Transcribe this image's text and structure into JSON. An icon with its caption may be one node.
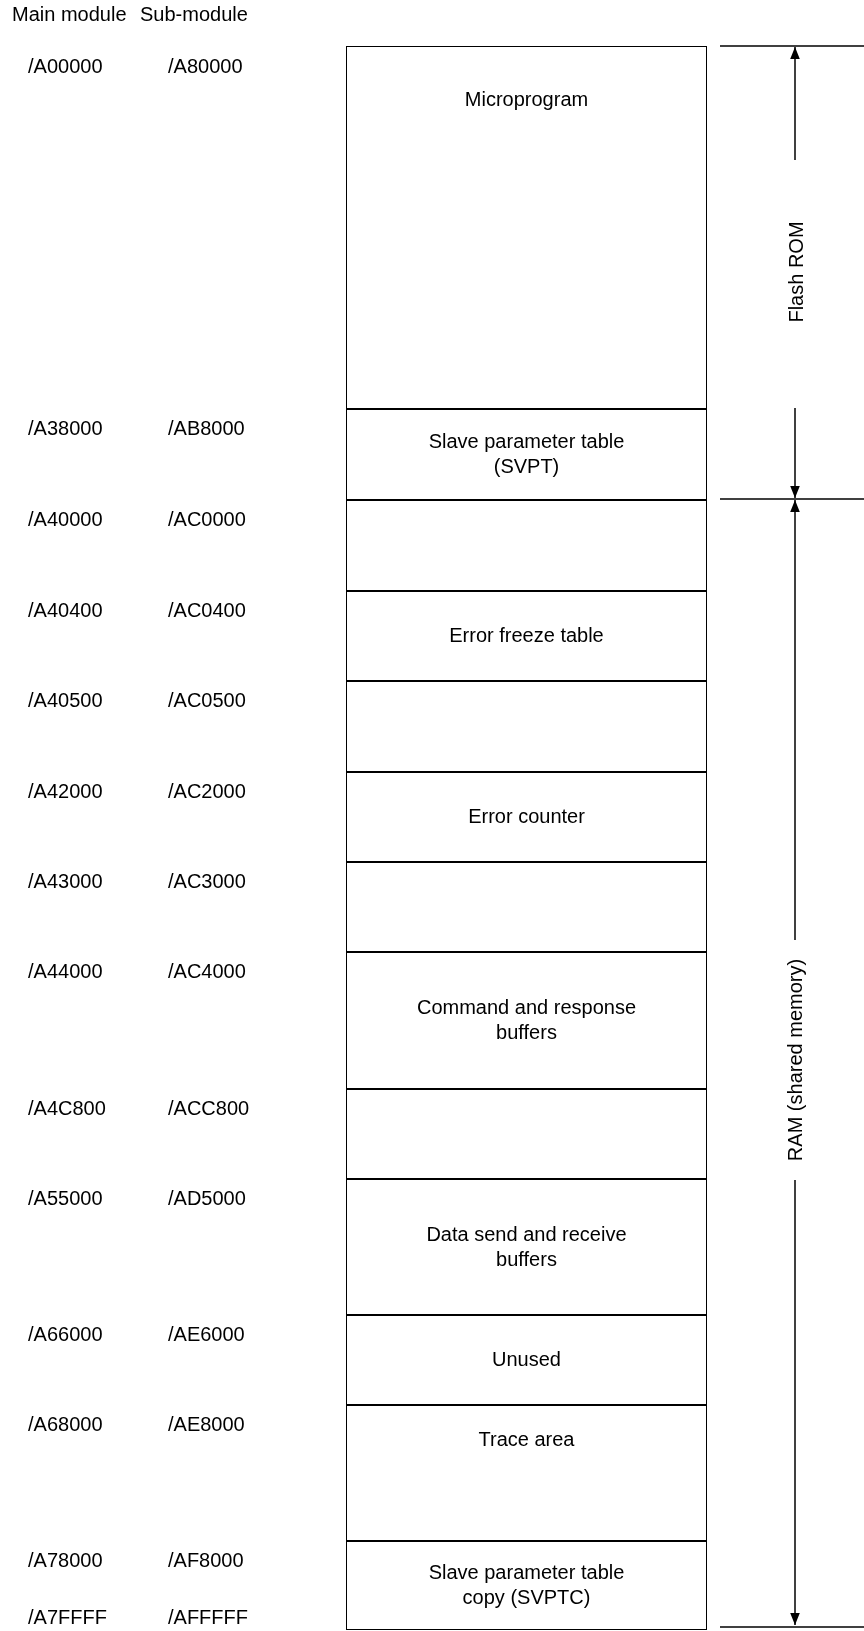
{
  "diagram": {
    "nodes": [
      {
        "text": [
          "Microprogram"
        ]
      },
      {
        "text": [
          "Slave parameter table (SVPT)"
        ]
      },
      {
        "text": [],
        "shape": "box"
      },
      {
        "text": [
          "Error freeze table"
        ]
      },
      {
        "text": [],
        "shape": "box"
      },
      {
        "text": [
          "Error counter"
        ]
      },
      {
        "text": [],
        "shape": "box"
      },
      {
        "text": [
          "Command and response buffers"
        ]
      },
      {
        "text": [],
        "shape": "box"
      },
      {
        "text": [
          "Data send and receive buffers"
        ]
      },
      {
        "text": [
          "Unused"
        ]
      },
      {
        "text": [
          "Trace area"
        ]
      },
      {
        "text": [
          "Slave parameter table copy (SVPTC)"
        ]
      }
    ],
    "labels": [
      "Main module",
      "Sub-module",
      "/A00000",
      "/A80000",
      "/A38000",
      "/AB8000",
      "/A40000",
      "/AC0000",
      "/A40400",
      "/AC0400",
      "/A40500",
      "/AC0500",
      "/A42000",
      "/AC2000",
      "/A43000",
      "/AC3000",
      "/A44000",
      "/AC4000",
      "/A4C800",
      "/ACC800",
      "/A55000",
      "/AD5000",
      "/A66000",
      "/AE6000",
      "/A68000",
      "/AE8000",
      "/A78000",
      "/AF8000",
      "/A7FFFF",
      "/AFFFFF",
      "Flash ROM",
      "RAM (shared memory)"
    ]
  }
}
